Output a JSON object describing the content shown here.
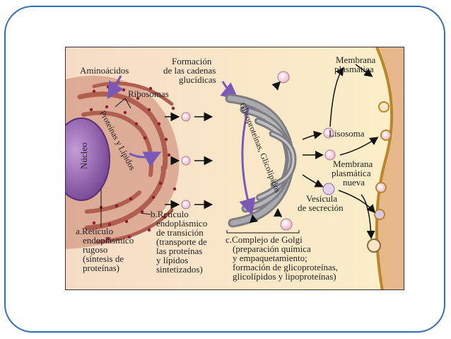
{
  "labels": {
    "aminoacidos": "Aminoácidos",
    "formacion_1": "Formación",
    "formacion_2": "de las cadenas",
    "formacion_3": "glucídicas",
    "membrana_plasmatica_1": "Membrana",
    "membrana_plasmatica_2": "plasmática",
    "ribosomas": "Ribosomas",
    "proteinas_lipidos": "Proteínas y Lípidos",
    "nucleo": "Núcleo",
    "glicoproteinas": "Glicoproteínas, Glicolípidos",
    "lisosoma": "Lisosoma",
    "membrana_nueva_1": "Membrana",
    "membrana_nueva_2": "plasmática",
    "membrana_nueva_3": "nueva",
    "vesicula_1": "Vesícula",
    "vesicula_2": "de secreción",
    "b_1": "b.Retículo",
    "b_2": "endoplásmico",
    "b_3": "de transición",
    "b_4": "(transporte de",
    "b_5": "las proteínas",
    "b_6": "y lípidos",
    "b_7": "sintetizados)",
    "a_1": "a.Retículo",
    "a_2": "endoplásmico",
    "a_3": "rugoso",
    "a_4": "(síntesis de",
    "a_5": "proteínas)",
    "c_1": "c.Complejo de Golgi",
    "c_2": "(preparación química",
    "c_3": "y empaquetamiento;",
    "c_4": "formación de glicoproteínas,",
    "c_5": "glicolípidos y lipoproteínas)"
  },
  "colors": {
    "frame_border": "#2f6db4",
    "er": "#b86a5c",
    "ribosome": "#9a1f2e",
    "nucleus": "#8e5aa6",
    "golgi": "#8c8c90",
    "vesicle": "#f3c6d8",
    "arrow_purple": "#7a58b8",
    "membrane": "#c89a3a"
  }
}
